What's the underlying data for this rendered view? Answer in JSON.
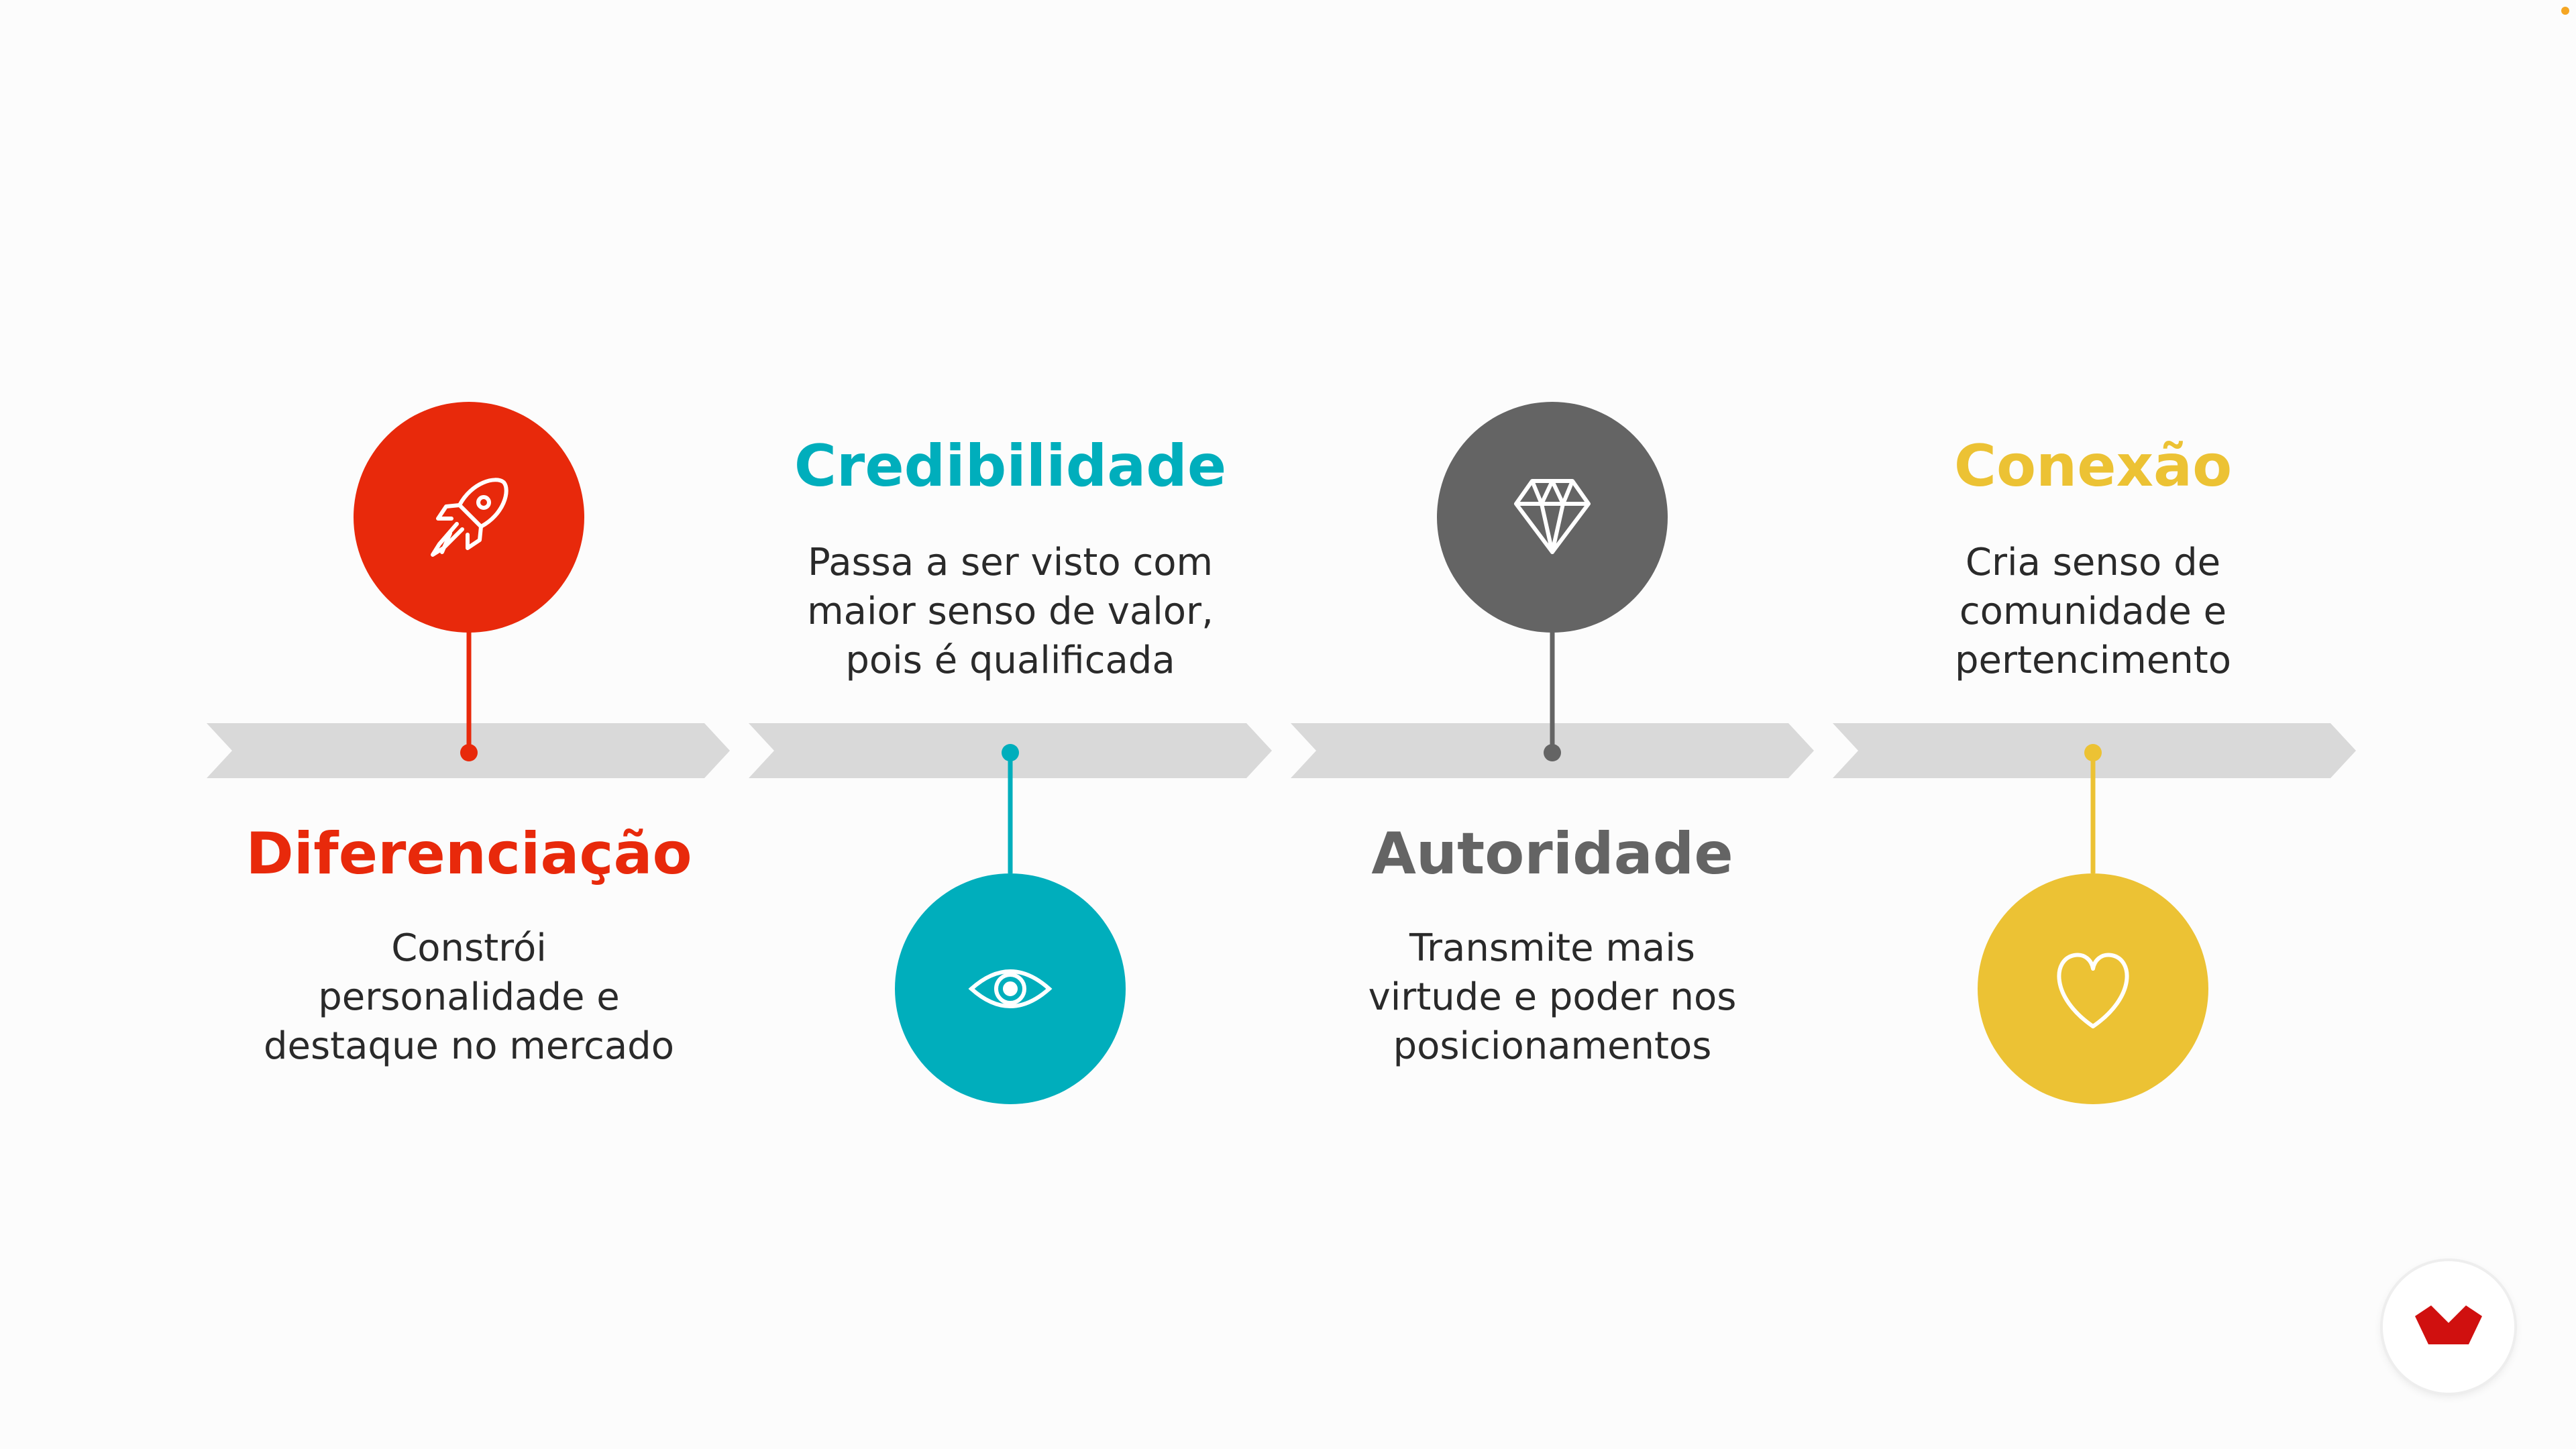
{
  "colors": {
    "background": "#fcfcfc",
    "arrow": "#d9d9d9"
  },
  "steps": [
    {
      "title": "Diferenciação",
      "description": [
        "Constrói",
        "personalidade e",
        "destaque no mercado"
      ],
      "icon": "rocket-icon",
      "color": "#e8290b"
    },
    {
      "title": "Credibilidade",
      "description": [
        "Passa a ser visto com",
        "maior senso de valor,",
        "pois é qualificada"
      ],
      "icon": "eye-icon",
      "color": "#00aebc"
    },
    {
      "title": "Autoridade",
      "description": [
        "Transmite mais",
        "virtude e poder nos",
        "posicionamentos"
      ],
      "icon": "diamond-icon",
      "color": "#646464"
    },
    {
      "title": "Conexão",
      "description": [
        "Cria senso de",
        "comunidade e",
        "pertencimento"
      ],
      "icon": "heart-icon",
      "color": "#ecc234"
    }
  ],
  "logo": {
    "icon": "brand-logo-icon",
    "color": "#d0100f"
  }
}
